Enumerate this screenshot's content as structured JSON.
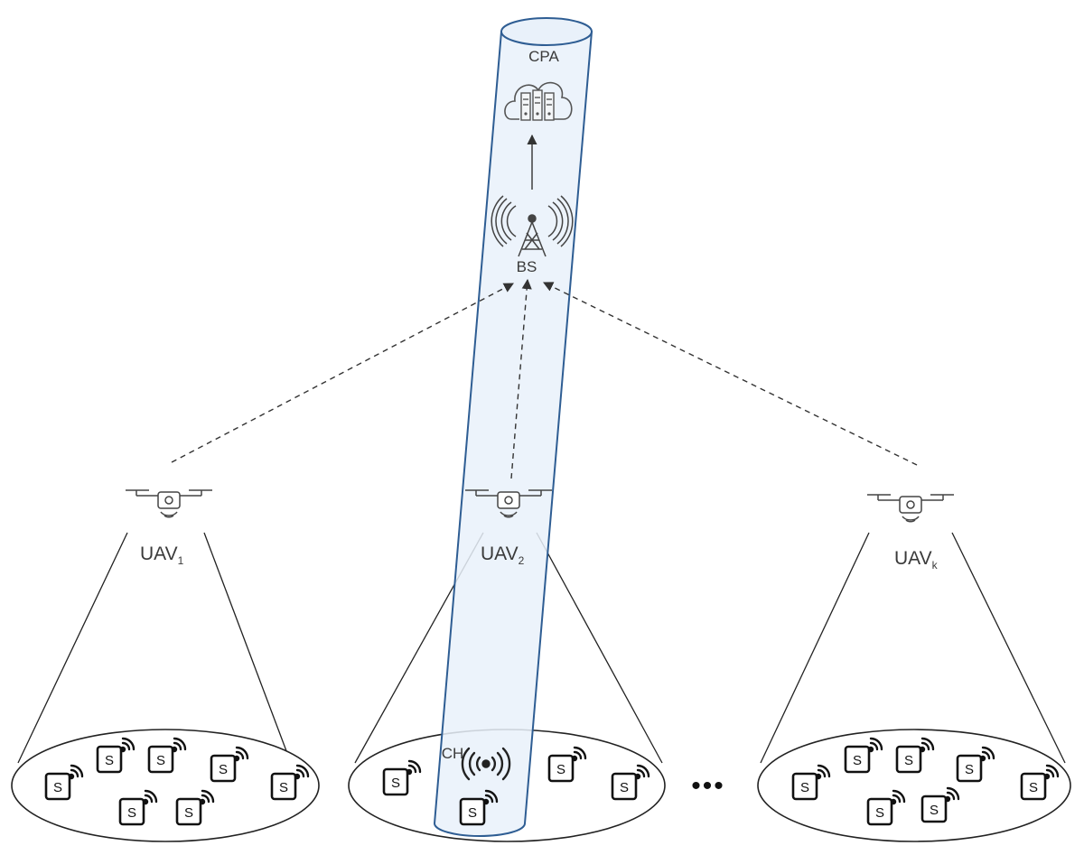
{
  "labels": {
    "cpa": "CPA",
    "bs": "BS",
    "ch": "CH",
    "uav_prefix": "UAV",
    "uav1_sub": "1",
    "uav2_sub": "2",
    "uavk_sub": "k",
    "ellipsis": "•••",
    "sensor": "S"
  },
  "icons": {
    "cloud": "cloud-server-icon",
    "tower": "base-station-tower-icon",
    "drone": "drone-icon",
    "sensor": "sensor-node-icon",
    "cluster_head": "cluster-head-broadcast-icon"
  },
  "colors": {
    "beam_fill": "#e9f1fa",
    "beam_stroke": "#2e5d93"
  }
}
